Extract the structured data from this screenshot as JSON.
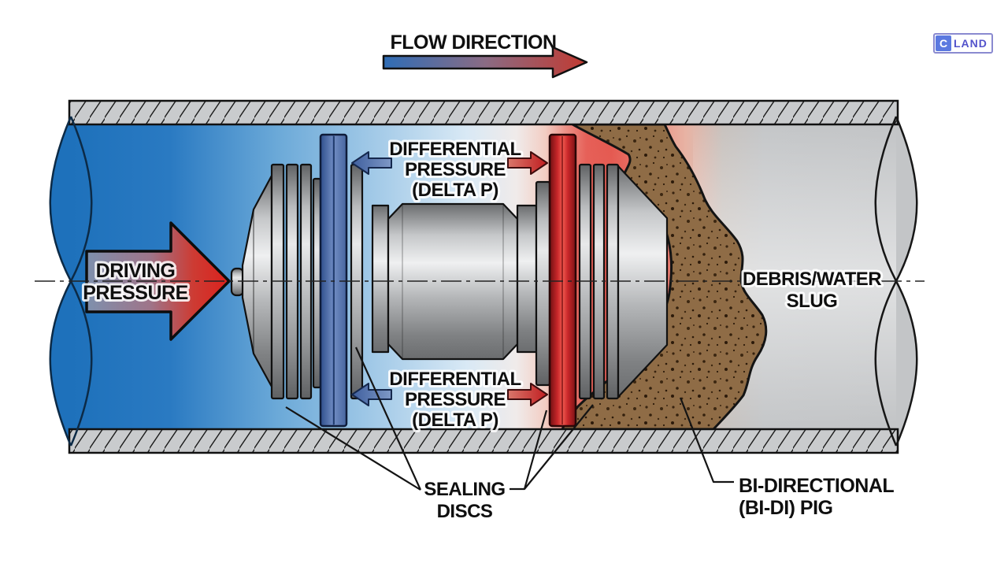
{
  "header": {
    "flow_label": "FLOW DIRECTION"
  },
  "logo": {
    "icon_letter": "C",
    "text": "LAND"
  },
  "labels": {
    "driving_pressure": {
      "line1": "DRIVING",
      "line2": "PRESSURE"
    },
    "differential_pressure": {
      "line1": "DIFFERENTIAL",
      "line2": "PRESSURE",
      "line3": "(DELTA P)"
    },
    "debris": {
      "line1": "DEBRIS/WATER",
      "line2": "SLUG"
    },
    "sealing_discs": {
      "line1": "SEALING",
      "line2": "DISCS"
    },
    "bidi_pig": {
      "line1": "BI-DIRECTIONAL",
      "line2": "(BI-DI) PIG"
    }
  },
  "colors": {
    "interior_blue": "#1e71bb",
    "interior_gray": "#c3c5c7",
    "glow_red": "#e4574e",
    "sealing_disc_blue": "#4a68a6",
    "sealing_disc_red": "#cc2127",
    "debris_brown": "#8f6c46",
    "pipe_wall_gray": "#c9cbcd",
    "arrow_red": "#d42a20",
    "outline_black": "#111111"
  }
}
